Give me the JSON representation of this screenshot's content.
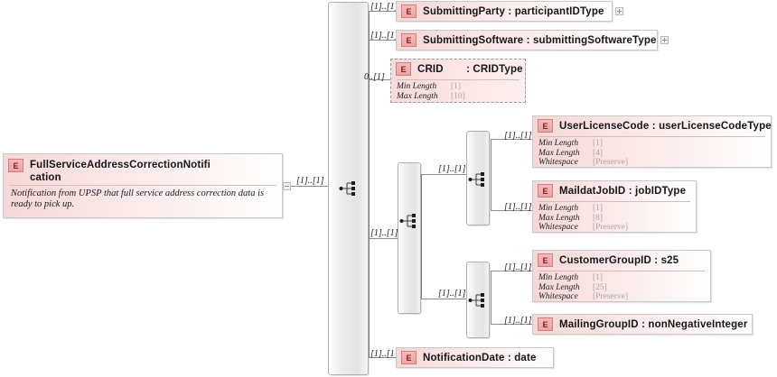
{
  "diagram": {
    "type": "xsd-schema-diagram",
    "title": "FullServiceAddressCorrectionNotification",
    "colors": {
      "element_fill_start": "#f6d7d7",
      "element_fill_end": "#ffffff",
      "element_border": "#c9c9c9",
      "element_icon_bg": "#f2adad",
      "element_icon_border": "#d08080",
      "element_icon_text": "#7a2222",
      "sequence_border": "#b0b0b0",
      "connector_line": "#8c8c8c",
      "facet_value_text": "#b0a3a3",
      "optional_border": "#9a9a9a"
    },
    "icon_labels": {
      "element": "E",
      "expand": "plus-icon",
      "collapse": "minus-icon",
      "sequence": "sequence-compositor-icon"
    }
  },
  "root": {
    "icon": "E",
    "name": "FullServiceAddressCorrectionNotifi",
    "name_line2": "cation",
    "description": "Notification from UPSP that full service address correction data is ready to pick up.",
    "toggle": "minus-icon",
    "cardinality": "[1]..[1]"
  },
  "children": [
    {
      "id": "submitting-party",
      "icon": "E",
      "name": "SubmittingParty",
      "separator": " : ",
      "type": "participantIDType",
      "cardinality": "[1]..[1]",
      "toggle": "plus-icon",
      "optional": false,
      "facets": []
    },
    {
      "id": "submitting-software",
      "icon": "E",
      "name": "SubmittingSoftware",
      "separator": " : ",
      "type": "submittingSoftwareType",
      "cardinality": "[1]..[1]",
      "toggle": "plus-icon",
      "optional": false,
      "facets": []
    },
    {
      "id": "crid",
      "icon": "E",
      "name": "CRID",
      "separator": " : ",
      "type": "CRIDType",
      "cardinality": "0..[1]",
      "toggle": null,
      "optional": true,
      "facets": [
        {
          "label": "Min Length",
          "value": "[1]"
        },
        {
          "label": "Max Length",
          "value": "[10]"
        }
      ]
    },
    {
      "id": "user-license-code",
      "icon": "E",
      "name": "UserLicenseCode",
      "separator": " : ",
      "type": "userLicenseCodeType",
      "cardinality": "[1]..[1]",
      "toggle": null,
      "optional": false,
      "facets": [
        {
          "label": "Min Length",
          "value": "[1]"
        },
        {
          "label": "Max Length",
          "value": "[4]"
        },
        {
          "label": "Whitespace",
          "value": "[Preserve]"
        }
      ]
    },
    {
      "id": "maildat-job-id",
      "icon": "E",
      "name": "MaildatJobID",
      "separator": " : ",
      "type": "jobIDType",
      "cardinality": "[1]..[1]",
      "toggle": null,
      "optional": false,
      "facets": [
        {
          "label": "Min Length",
          "value": "[1]"
        },
        {
          "label": "Max Length",
          "value": "[8]"
        },
        {
          "label": "Whitespace",
          "value": "[Preserve]"
        }
      ]
    },
    {
      "id": "customer-group-id",
      "icon": "E",
      "name": "CustomerGroupID",
      "separator": " : ",
      "type": "s25",
      "cardinality": "[1]..[1]",
      "toggle": null,
      "optional": false,
      "facets": [
        {
          "label": "Min Length",
          "value": "[1]"
        },
        {
          "label": "Max Length",
          "value": "[25]"
        },
        {
          "label": "Whitespace",
          "value": "[Preserve]"
        }
      ]
    },
    {
      "id": "mailing-group-id",
      "icon": "E",
      "name": "MailingGroupID",
      "separator": " : ",
      "type": "nonNegativeInteger",
      "cardinality": "[1]..[1]",
      "toggle": null,
      "optional": false,
      "facets": []
    },
    {
      "id": "notification-date",
      "icon": "E",
      "name": "NotificationDate",
      "separator": " : ",
      "type": "date",
      "cardinality": "[1]..[1]",
      "toggle": null,
      "optional": false,
      "facets": []
    }
  ],
  "sequences": [
    {
      "id": "root-sequence",
      "cardinality": "[1]..[1]"
    },
    {
      "id": "inner-sequence",
      "cardinality": "[1]..[1]"
    },
    {
      "id": "upper-sequence",
      "cardinality": "[1]..[1]"
    },
    {
      "id": "lower-sequence",
      "cardinality": "[1]..[1]"
    }
  ]
}
